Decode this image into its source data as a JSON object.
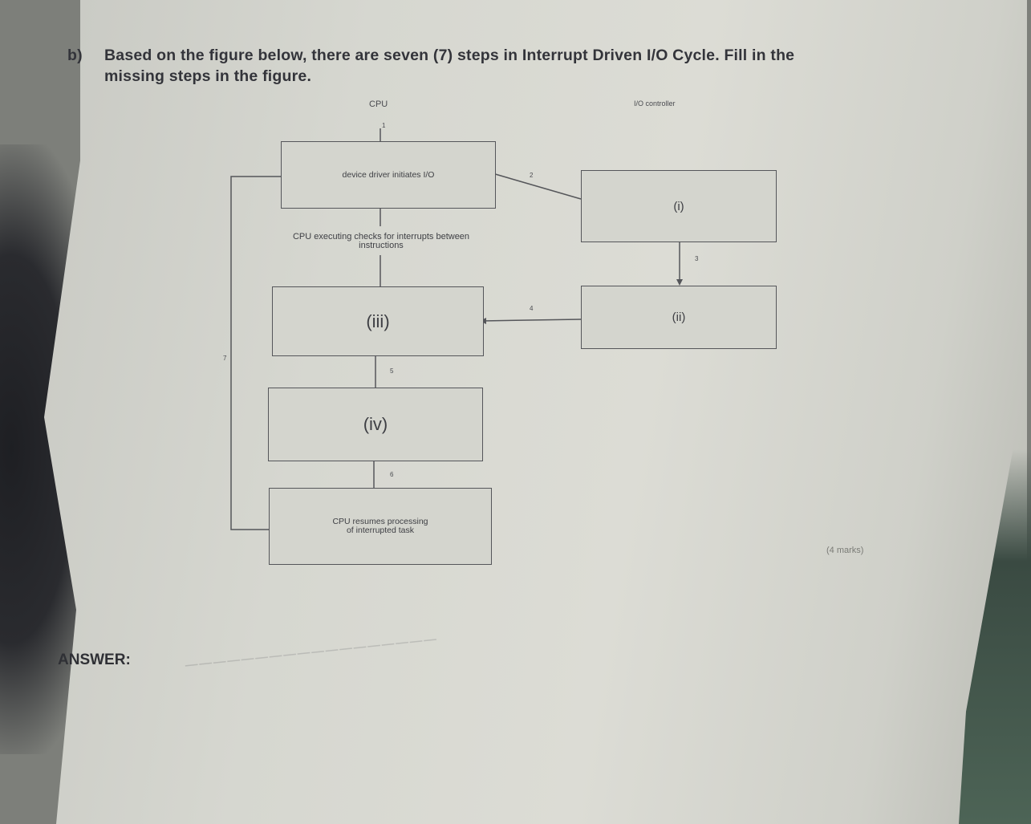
{
  "question": {
    "label": "b)",
    "line1": "Based on the figure below, there are seven (7) steps in Interrupt Driven I/O Cycle. Fill in the",
    "line2": "missing steps in the figure."
  },
  "diagram": {
    "column_cpu": "CPU",
    "column_io": "I/O controller",
    "boxes": {
      "device_driver": "device driver initiates I/O",
      "cpu_checks": "CPU executing checks for interrupts between instructions",
      "blank_i": "(i)",
      "blank_ii": "(ii)",
      "blank_iii": "(iii)",
      "blank_iv": "(iv)",
      "cpu_resumes": "CPU resumes processing of interrupted task"
    },
    "steps": [
      "1",
      "2",
      "3",
      "4",
      "5",
      "6",
      "7"
    ]
  },
  "marks": "(4 marks)",
  "answer_label": "ANSWER:"
}
